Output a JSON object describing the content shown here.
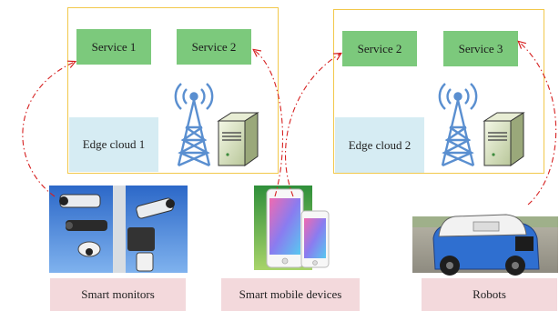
{
  "edge_clouds": [
    {
      "label": "Edge  cloud 1",
      "services": [
        "Service 1",
        "Service 2"
      ]
    },
    {
      "label": "Edge  cloud 2",
      "services": [
        "Service 2",
        "Service 3"
      ]
    }
  ],
  "devices": [
    {
      "label": "Smart monitors",
      "icon": "surveillance-cameras-photo"
    },
    {
      "label": "Smart mobile devices",
      "icon": "smartphones-photo"
    },
    {
      "label": "Robots",
      "icon": "delivery-robot-photo"
    }
  ],
  "colors": {
    "cloud_border": "#f2c84b",
    "service_fill": "#7cc97c",
    "edge_label_fill": "#d6ecf3",
    "device_label_fill": "#f3d9dc",
    "link_arrow": "#d62020",
    "tower": "#5a8fd0"
  }
}
